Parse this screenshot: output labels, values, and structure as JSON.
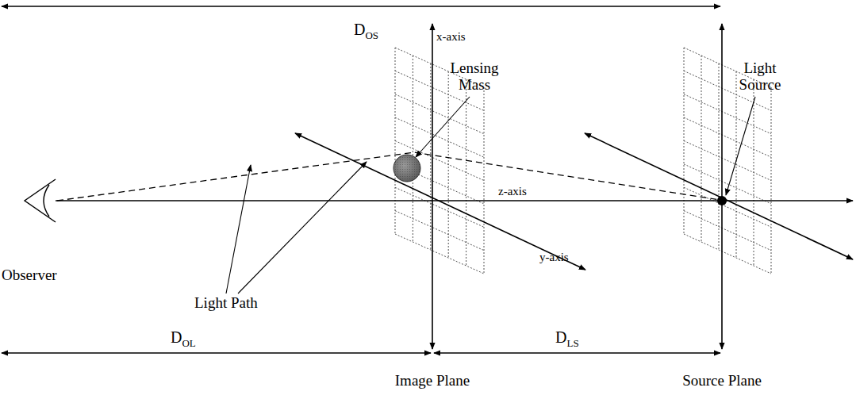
{
  "diagram": {
    "labels": [
      "DOS",
      "x-axis",
      "Lensing Mass",
      "Light Source",
      "z-axis",
      "y-axis",
      "Observer",
      "Light Path",
      "DOL",
      "DLS",
      "Image Plane",
      "Source Plane"
    ]
  }
}
